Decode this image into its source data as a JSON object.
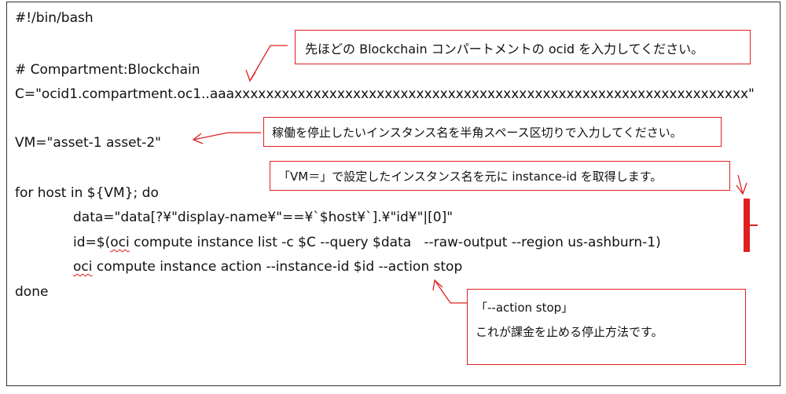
{
  "code": {
    "shebang": "#!/bin/bash",
    "comment": "# Compartment:Blockchain",
    "c_assign": "C=\"ocid1.compartment.oc1..aaaxxxxxxxxxxxxxxxxxxxxxxxxxxxxxxxxxxxxxxxxxxxxxxxxxxxxxxxxxxxxxxxxx\"",
    "vm_assign": "VM=\"asset-1 asset-2\"",
    "for_line": "for host in ${VM}; do",
    "data_line": "data=\"data[?¥\"display-name¥\"==¥`$host¥`].¥\"id¥\"|[0]\"",
    "id_line_prefix": "id=$(",
    "id_line_oci": "oci",
    "id_line_rest": " compute instance list -c $C --query $data   --raw-output --region us-ashburn-1)",
    "action_oci": "oci",
    "action_rest": " compute instance action --instance-id $id --action stop",
    "done": "done"
  },
  "callouts": {
    "ocid_note": "先ほどの Blockchain コンパートメントの ocid を入力してください。",
    "vm_note": "稼働を停止したいインスタンス名を半角スペース区切りで入力してください。",
    "instance_id_note": "「VM＝」で設定したインスタンス名を元に instance-id を取得します。",
    "action_note_line1": "「--action stop」",
    "action_note_line2": "これが課金を止める停止方法です。"
  },
  "colors": {
    "accent": "#e02020",
    "text": "#111111"
  }
}
